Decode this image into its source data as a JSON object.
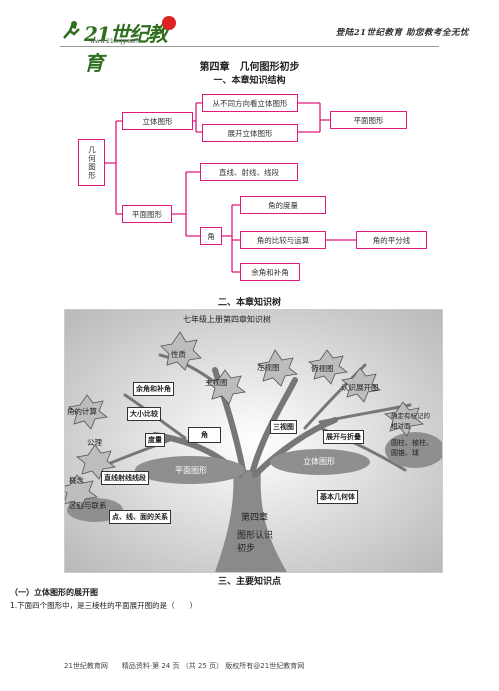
{
  "header": {
    "logo_text": "21世纪教育",
    "logo_url": "www.21cnjy.com",
    "slogan": "登陆21世纪教育  助您教考全无忧"
  },
  "title": "第四章　几何图形初步",
  "section1": "一、本章知识结构",
  "section2": "二、本章知识树",
  "section3": "三、主要知识点",
  "structure": {
    "root": "几何图形",
    "solid": "立体图形",
    "view_solid": "从不同方向看立体图形",
    "unfold_solid": "展开立体图形",
    "plane_figure_right": "平面图形",
    "plane": "平面图形",
    "lines": "直线、射线、线段",
    "angle": "角",
    "angle_measure": "角的度量",
    "angle_compare": "角的比较与运算",
    "angle_bisector": "角的平分线",
    "complement": "余角和补角"
  },
  "tree": {
    "title": "七年级上册第四章知识树",
    "nature": "性质",
    "comp_supp": "余角和补角",
    "size_compare": "大小比较",
    "angle_calc": "角的计算",
    "axiom": "公理",
    "measure": "度量",
    "angle": "角",
    "concept": "概念",
    "lines_box": "直线射线线段",
    "diff_relation": "区别与联系",
    "point_line": "点、线、面的关系",
    "plane": "平面图形",
    "main_view": "主视图",
    "left_view": "左视图",
    "top_view": "俯视图",
    "three_views": "三视图",
    "unfold_fig": "认识展开图",
    "unfold_fold": "展开与折叠",
    "solid": "立体图形",
    "identify": "确定有标记的相对面",
    "solids_list": "圆柱、棱柱、圆锥、球",
    "basic_solids": "基本几何体",
    "chapter": "第四章",
    "chapter_sub": "图形认识初步"
  },
  "subsection": "（一）立体图形的展开图",
  "question": "1.下面四个图形中，是三棱柱的平面展开图的是（　　）",
  "footer": "21世纪教育网　　精品资料·第 24 页 （共 25 页） 版权所有@21世纪教育网",
  "colors": {
    "box_border": "#e0197d",
    "logo_green": "#2f6f1f"
  }
}
